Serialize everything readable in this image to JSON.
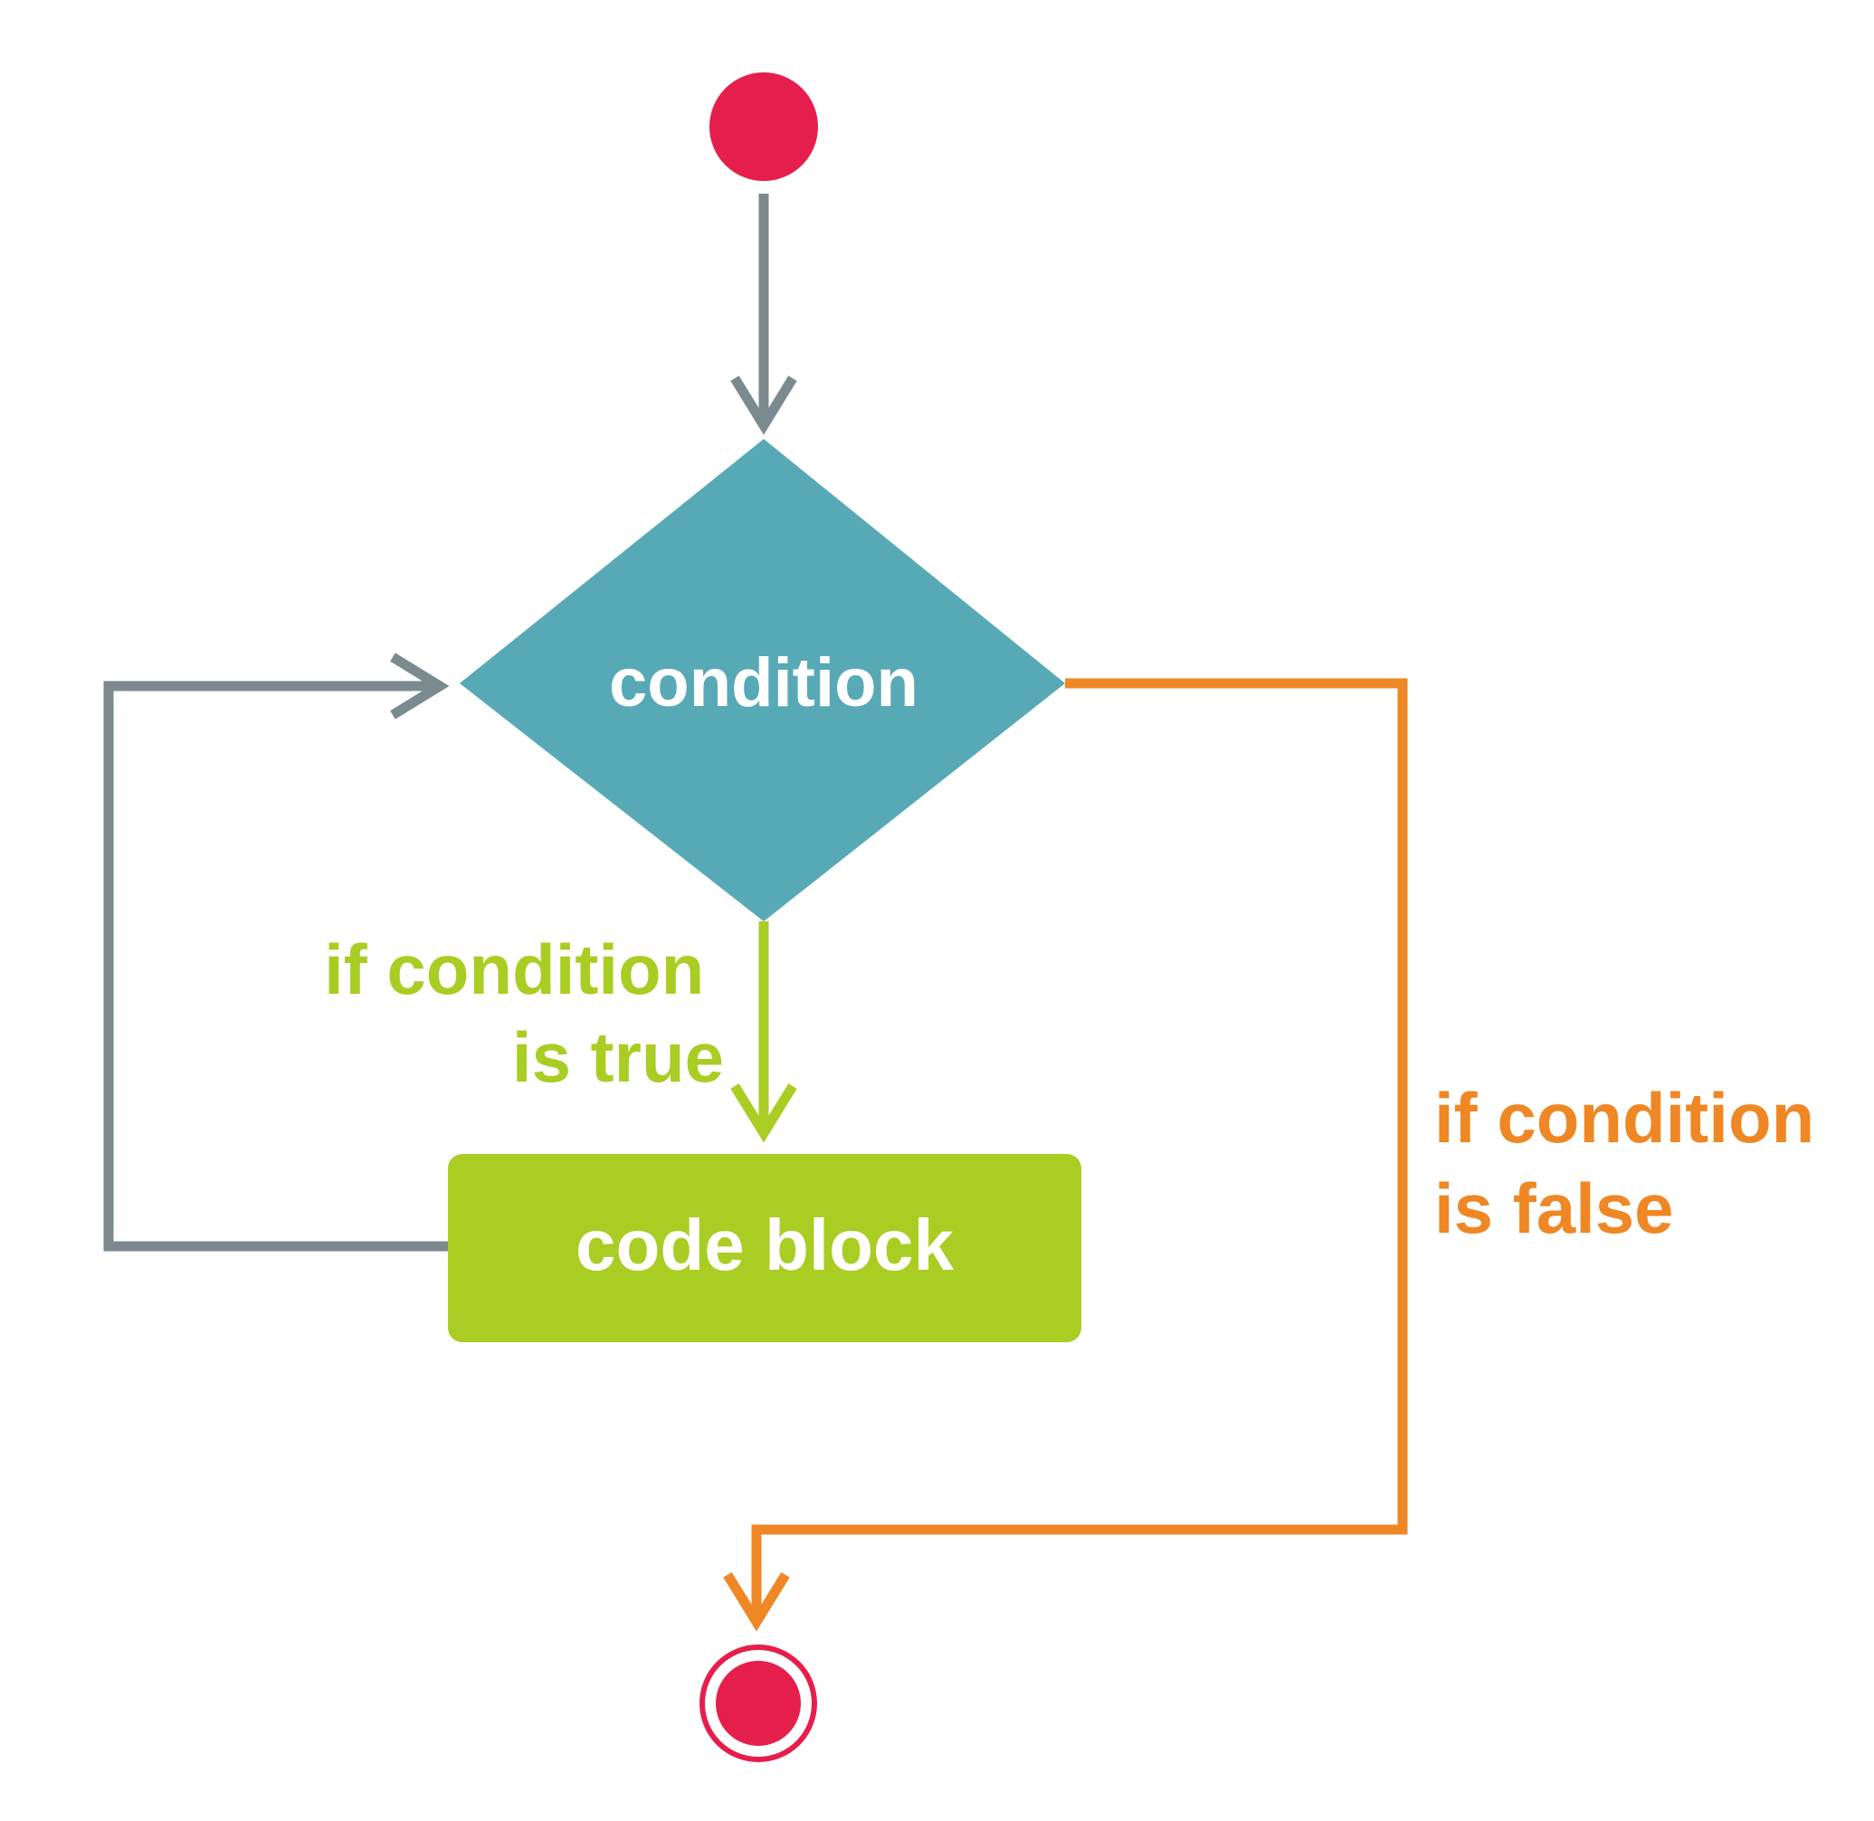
{
  "nodes": {
    "condition": "condition",
    "code_block": "code block"
  },
  "edges": {
    "true_label": [
      "if condition",
      "is true"
    ],
    "false_label": [
      "if condition",
      "is false"
    ]
  },
  "colors": {
    "start_end": "#e61e4c",
    "decision": "#58a9b6",
    "process": "#a9cd23",
    "true_branch": "#a9cd23",
    "false_branch": "#ee8724",
    "loop": "#7a8a8f",
    "node_text": "#ffffff"
  }
}
